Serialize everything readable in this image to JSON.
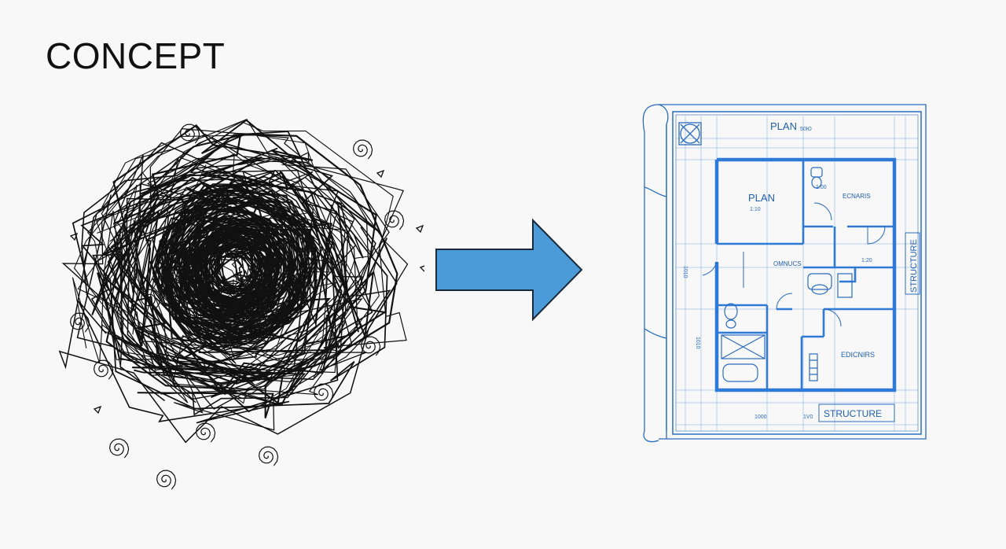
{
  "concept": {
    "title": "CONCEPT"
  },
  "blueprint": {
    "header_label": "PLAN",
    "header_sub": "50Ю",
    "room_plan": "PLAN",
    "room_ecnaris": "ECNARIS",
    "room_omnucs": "OMNUCS",
    "room_edicnirs": "EDICNIRS",
    "side_label": "STRUCTURE",
    "bottom_label": "STRUCTURE",
    "dim_left_1": "1010",
    "dim_left_2": "1010",
    "dim_bottom": "1000",
    "dim_bottom_2": "1V0",
    "dim_small": "1:10",
    "dim_small_2": "1:00",
    "dim_small_3": "1:20"
  },
  "colors": {
    "arrow_fill": "#4a9bd8",
    "arrow_stroke": "#1a2a3a",
    "blueprint": "#2a6cc0",
    "blueprint_wall": "#2e7ad6",
    "ink": "#111111"
  }
}
